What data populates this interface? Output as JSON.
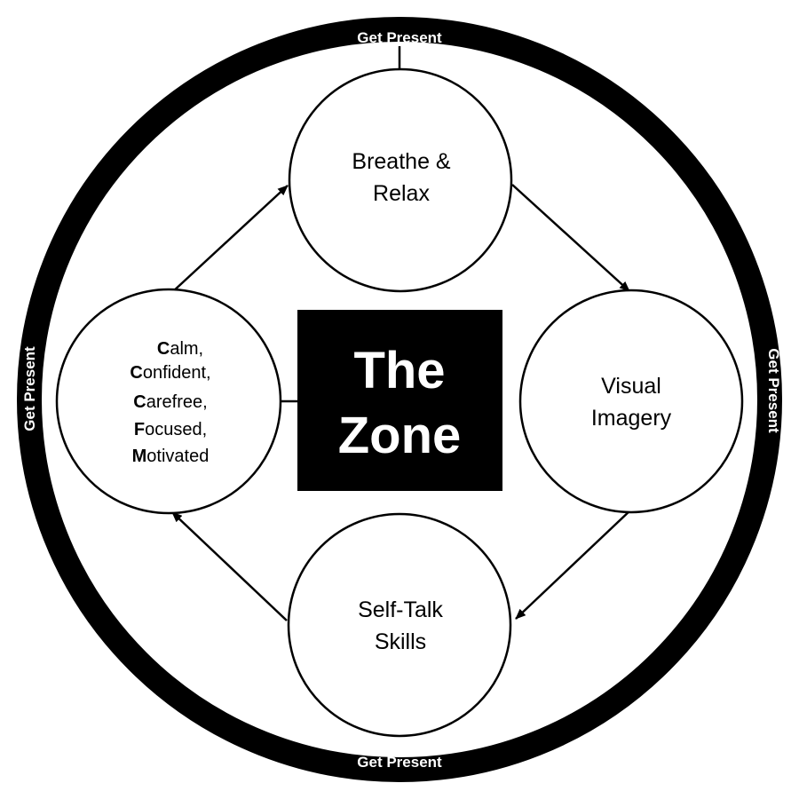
{
  "ring": {
    "top_label": "Get Present",
    "bottom_label": "Get Present",
    "left_label": "Get Present",
    "right_label": "Get Present"
  },
  "nodes": {
    "breathe": {
      "line1": "Breathe &",
      "line2": "Relax"
    },
    "visual": {
      "line1": "Visual",
      "line2": "Imagery"
    },
    "selftalk": {
      "line1": "Self-Talk",
      "line2": "Skills"
    },
    "states": [
      {
        "initial": "C",
        "rest": "alm,"
      },
      {
        "initial": "C",
        "rest": "onfident,"
      },
      {
        "initial": "C",
        "rest": "arefree,"
      },
      {
        "initial": "F",
        "rest": "ocused,"
      },
      {
        "initial": "M",
        "rest": "otivated"
      }
    ]
  },
  "zone": {
    "line1": "The",
    "line2": "Zone"
  },
  "colors": {
    "ink": "#000000",
    "paper": "#ffffff"
  }
}
